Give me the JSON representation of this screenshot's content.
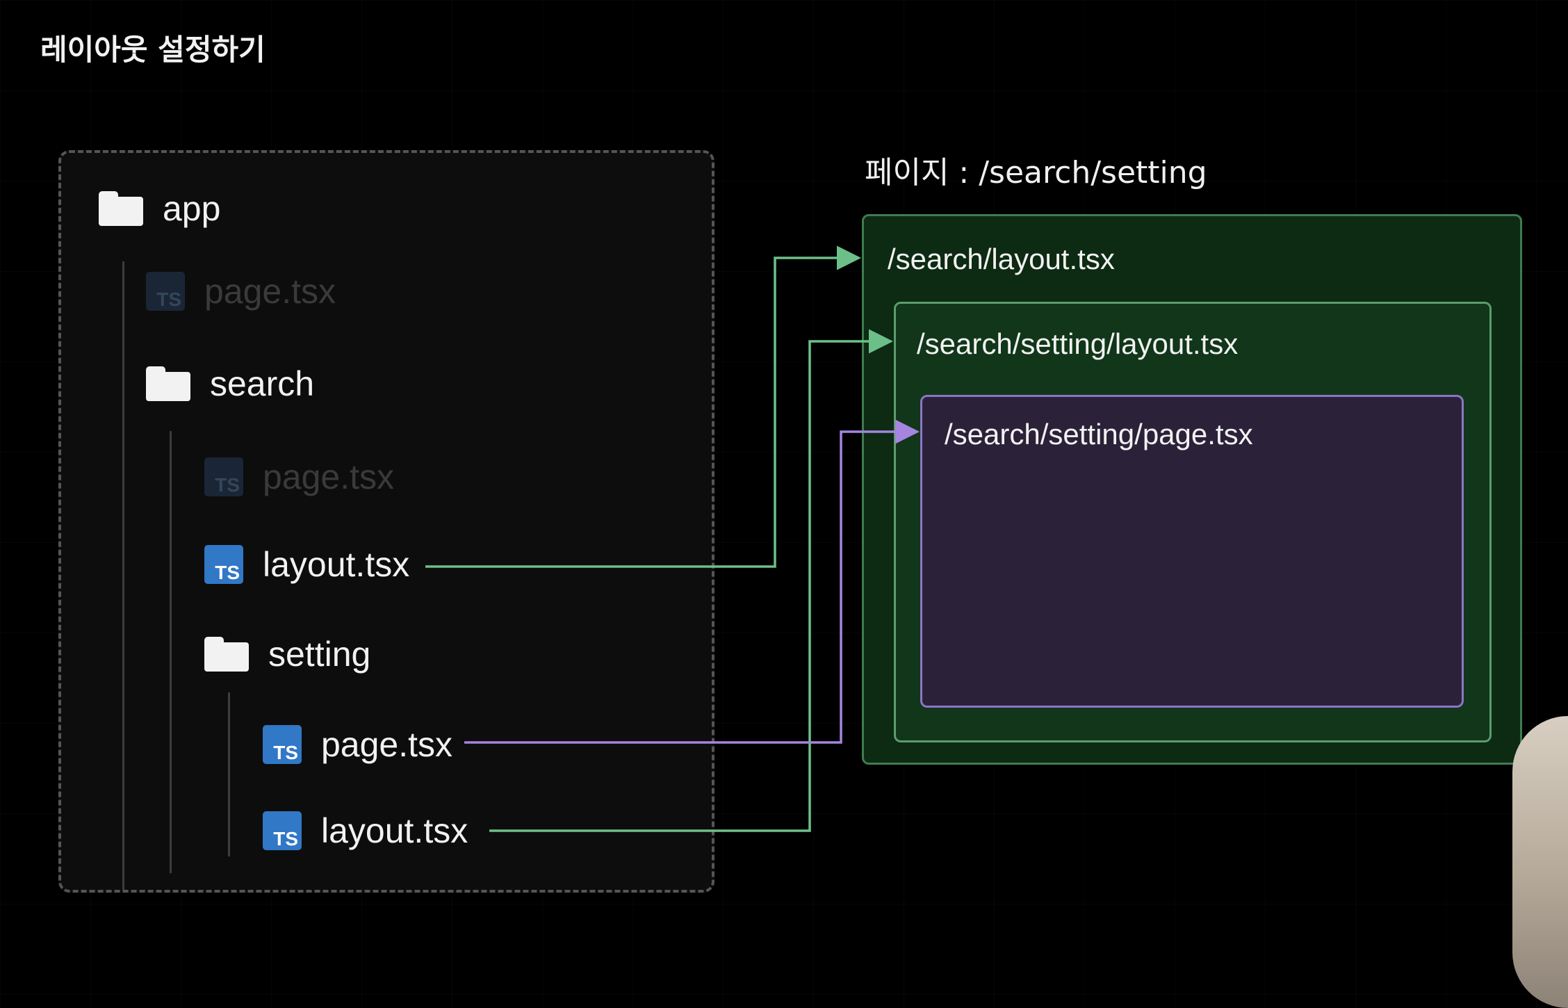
{
  "slide": {
    "title": "레이아웃 설정하기"
  },
  "tree": {
    "app": "app",
    "app_page": "page.tsx",
    "search": "search",
    "search_page": "page.tsx",
    "search_layout": "layout.tsx",
    "setting": "setting",
    "setting_page": "page.tsx",
    "setting_layout": "layout.tsx",
    "ts_badge": "TS"
  },
  "result": {
    "caption": "페이지 : /search/setting",
    "outer_label": "/search/layout.tsx",
    "middle_label": "/search/setting/layout.tsx",
    "inner_label": "/search/setting/page.tsx"
  },
  "colors": {
    "background": "#000000",
    "layout_connector": "#6dbf8a",
    "page_connector": "#a585e0",
    "outer_fill": "#0d2a13",
    "inner_fill": "#2b2239",
    "ts_blue": "#3178c6"
  },
  "icons": [
    "folder-icon",
    "typescript-file-icon"
  ]
}
